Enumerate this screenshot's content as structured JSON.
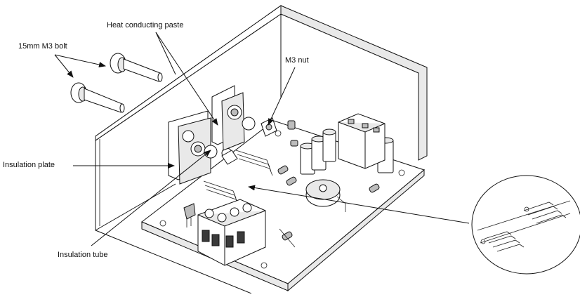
{
  "labels": {
    "bolt": "15mm M3 bolt",
    "paste": "Heat conducting paste",
    "nut": "M3 nut",
    "plate": "Insulation plate",
    "tube": "Insulation tube"
  }
}
